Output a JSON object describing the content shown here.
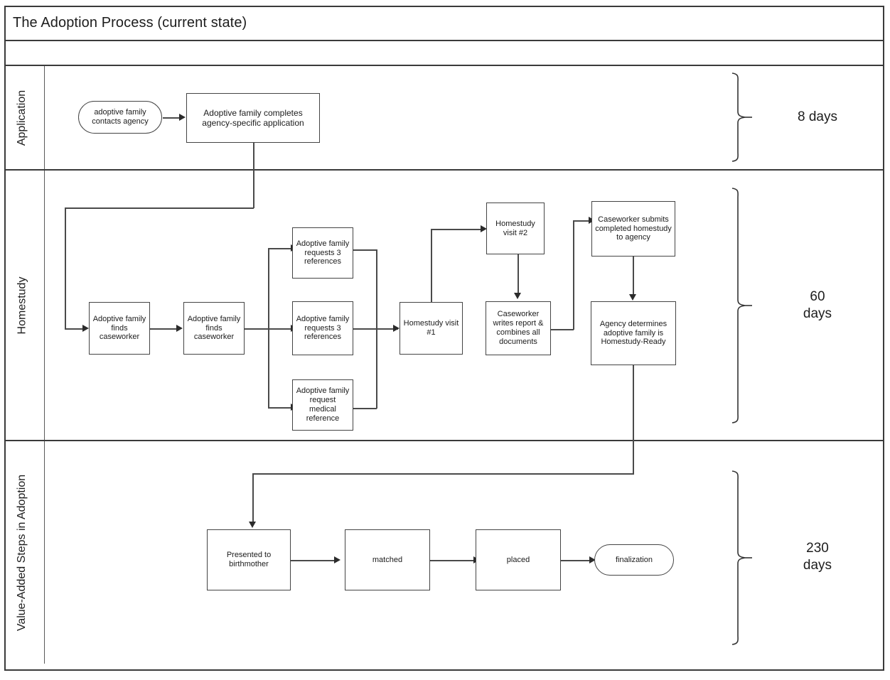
{
  "document": {
    "title": "The Adoption Process (current state)",
    "subheader": ""
  },
  "bands": [
    {
      "id": "application",
      "label": "Application",
      "duration": "8 days"
    },
    {
      "id": "homestudy",
      "label": "Homestudy",
      "duration": "60\ndays",
      "duration_line1": "60",
      "duration_line2": "days"
    },
    {
      "id": "value-added",
      "label": "Value-Added Steps in Adoption",
      "duration": "230\ndays",
      "duration_line1": "230",
      "duration_line2": "days"
    }
  ],
  "nodes": {
    "contacts_agency": "adoptive family contacts agency",
    "completes_application": "Adoptive family completes agency-specific application",
    "finds_caseworker_1": "Adoptive family finds caseworker",
    "finds_caseworker_2": "Adoptive family finds caseworker",
    "requests_references_1": "Adoptive family requests 3 references",
    "requests_references_2": "Adoptive family requests 3 references",
    "medical_reference": "Adoptive family request medical reference",
    "homestudy_visit_1": "Homestudy visit #1",
    "homestudy_visit_2": "Homestudy visit #2",
    "writes_report": "Caseworker writes report & combines all documents",
    "submits_homestudy": "Caseworker submits completed homestudy to agency",
    "homestudy_ready": "Agency determines adoptive family is Homestudy-Ready",
    "presented_to_birthmother": "Presented to birthmother",
    "matched": "matched",
    "placed": "placed",
    "finalization": "finalization"
  },
  "colors": {
    "frame": "#3a3a3a",
    "node_border": "#444444",
    "connector": "#4a4a4a",
    "arrow": "#2b2b2b",
    "text": "#1b1b1b",
    "background": "#ffffff"
  }
}
